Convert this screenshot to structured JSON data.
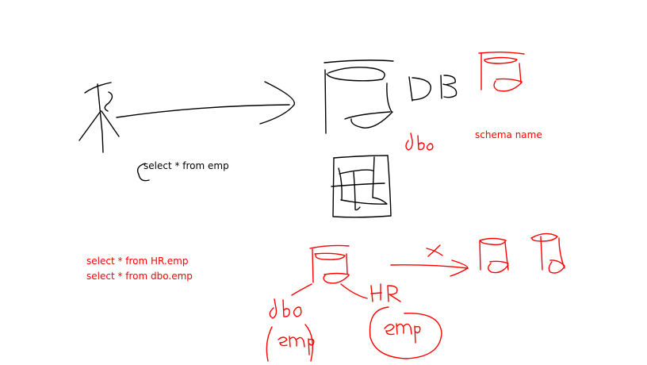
{
  "colors": {
    "black_ink": "#000000",
    "red_ink": "#ff0000",
    "background": "#ffffff"
  },
  "typed_text": {
    "query_main": "select * from  emp",
    "schema_name": "schema name",
    "query_hr": "select *  from  HR.emp",
    "query_dbo": "select * from  dbo.emp"
  },
  "handwritten_text": {
    "db": "DB",
    "dbo_top": "dbo",
    "hr": "HR",
    "dbo_bottom": "dbo",
    "emp_left": "emp",
    "emp_right": "emp",
    "x_mark": "x"
  }
}
